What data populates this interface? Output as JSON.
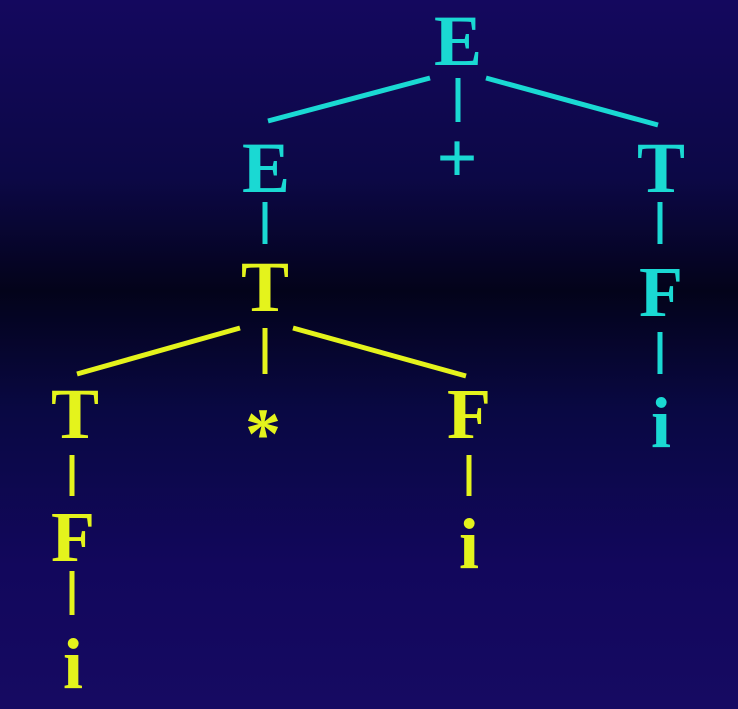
{
  "colors": {
    "upper": "#1ad9d3",
    "lower": "#e4f31c",
    "background": "#12075c"
  },
  "tree": {
    "root": "E",
    "root_children": [
      "E",
      "+",
      "T"
    ],
    "left_E_child": "T",
    "middle_T_children": [
      "T",
      "*",
      "F"
    ],
    "left_T_child": "F",
    "left_F_child": "i",
    "middle_F_child": "i",
    "right_T_child": "F",
    "right_F_child": "i"
  }
}
